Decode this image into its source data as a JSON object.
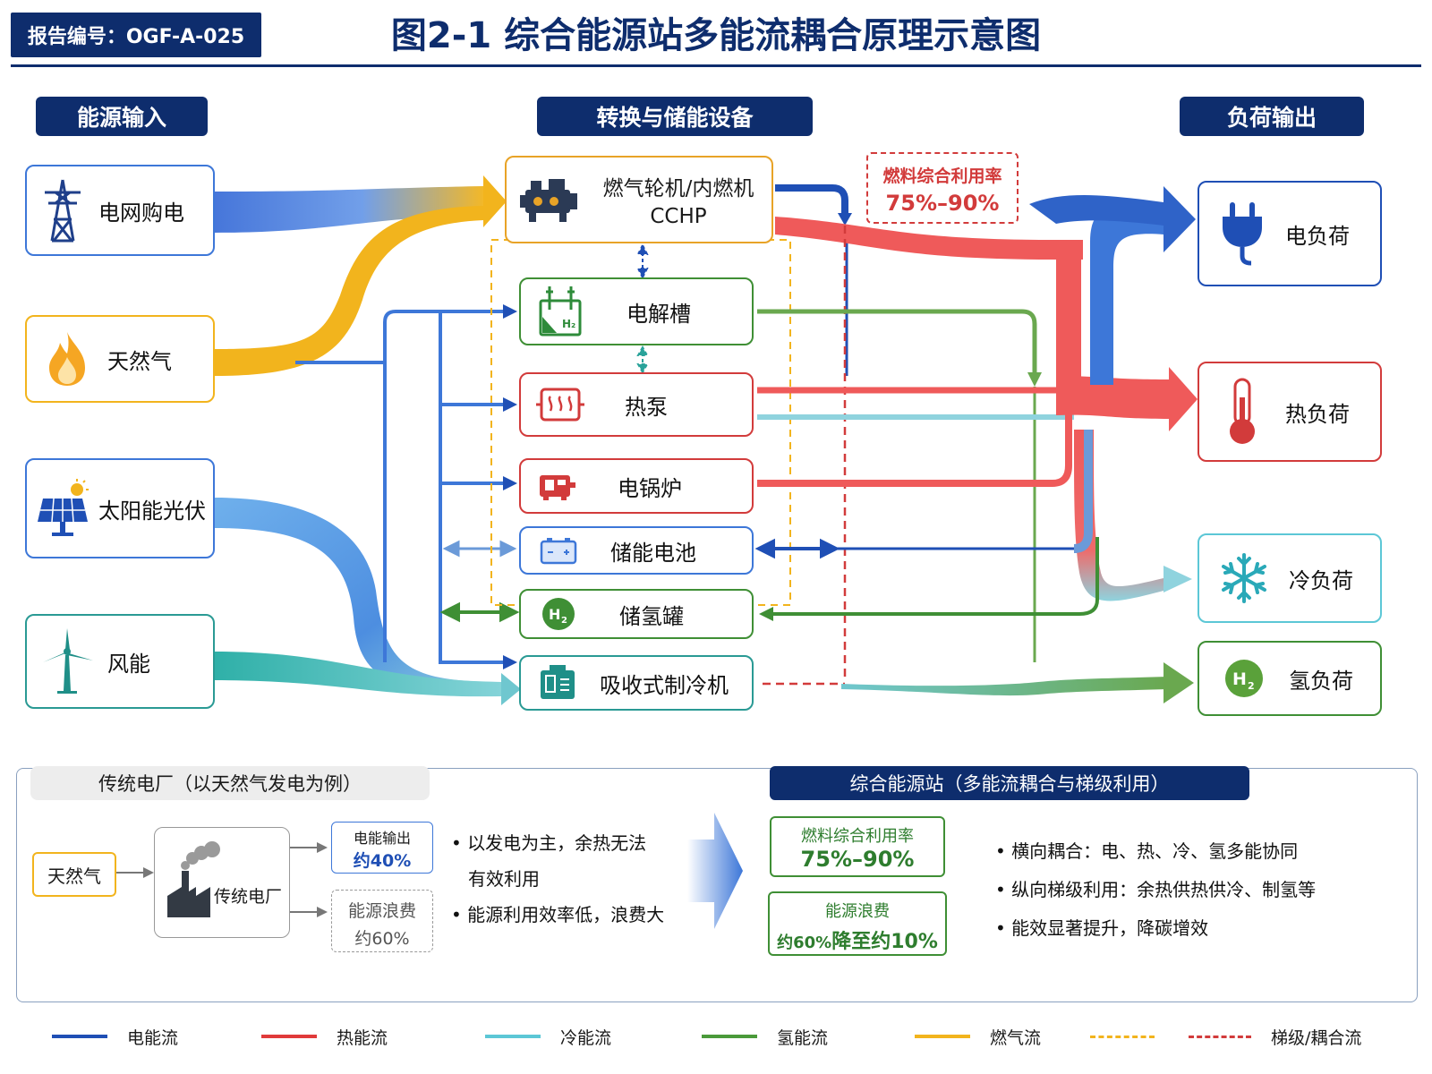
{
  "header": {
    "report_no": "报告编号：OGF-A-025",
    "title": "图2-1  综合能源站多能流耦合原理示意图"
  },
  "columns": {
    "inputs": "能源输入",
    "devices": "转换与储能设备",
    "outputs": "负荷输出"
  },
  "inputs": [
    {
      "label": "电网购电",
      "icon": "power-tower-icon"
    },
    {
      "label": "天然气",
      "icon": "flame-icon"
    },
    {
      "label": "太阳能光伏",
      "icon": "solar-panel-icon"
    },
    {
      "label": "风能",
      "icon": "wind-turbine-icon"
    }
  ],
  "devices": {
    "cchp_line1": "燃气轮机/内燃机",
    "cchp_line2": "CCHP",
    "electrolyzer": "电解槽",
    "heat_pump": "热泵",
    "electric_boiler": "电锅炉",
    "battery": "储能电池",
    "h2_tank": "储氢罐",
    "absorption_chiller": "吸收式制冷机",
    "h2_symbol": "H2"
  },
  "outputs": [
    {
      "label": "电负荷",
      "icon": "plug-icon"
    },
    {
      "label": "热负荷",
      "icon": "thermometer-icon"
    },
    {
      "label": "冷负荷",
      "icon": "snowflake-icon"
    },
    {
      "label": "氢负荷",
      "icon": "hydrogen-icon"
    }
  ],
  "callout": {
    "title": "燃料综合利用率",
    "value": "75%–90%"
  },
  "comparison": {
    "left": {
      "heading": "传统电厂（以天然气发电为例）",
      "input": "天然气",
      "plant": "传统电厂",
      "out_elec_title": "电能输出",
      "out_elec_value": "约40%",
      "waste_title": "能源浪费",
      "waste_value": "约60%",
      "bullets": [
        "以发电为主，余热无法",
        "有效利用",
        "能源利用效率低，浪费大"
      ]
    },
    "right": {
      "heading": "综合能源站（多能流耦合与梯级利用）",
      "util_title": "燃料综合利用率",
      "util_value": "75%–90%",
      "waste_title": "能源浪费",
      "waste_from": "约60%",
      "waste_to": "降至约10%",
      "bullets": [
        "横向耦合：电、热、冷、氢多能协同",
        "纵向梯级利用：余热供热供冷、制氢等",
        "能效显著提升，降碳增效"
      ]
    }
  },
  "legend": [
    {
      "label": "电能流",
      "color": "#1f4fb5",
      "style": "solid"
    },
    {
      "label": "热能流",
      "color": "#e03a3a",
      "style": "solid"
    },
    {
      "label": "冷能流",
      "color": "#5cc7d6",
      "style": "solid"
    },
    {
      "label": "氢能流",
      "color": "#4a9a3a",
      "style": "solid"
    },
    {
      "label": "燃气流",
      "color": "#f2b41d",
      "style": "solid"
    },
    {
      "label": "",
      "color": "#f2b41d",
      "style": "dashed"
    },
    {
      "label": "梯级/耦合流",
      "color": "#d23b3b",
      "style": "dashed"
    }
  ],
  "colors": {
    "navy": "#0e2d6d",
    "elec": "#1f4fb5",
    "heat": "#e03a3a",
    "cold": "#5cc7d6",
    "h2": "#4a9a3a",
    "gas": "#f2b41d"
  }
}
